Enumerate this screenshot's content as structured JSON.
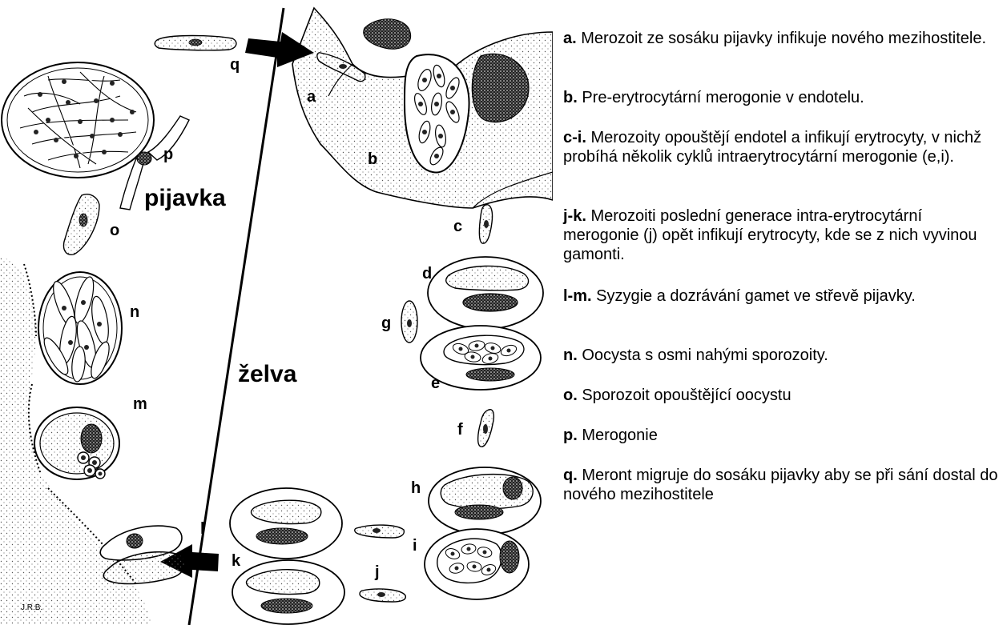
{
  "hosts": {
    "leech": "pijavka",
    "turtle": "želva"
  },
  "stage_labels": {
    "a": "a",
    "b": "b",
    "c": "c",
    "d": "d",
    "e": "e",
    "f": "f",
    "g": "g",
    "h": "h",
    "i": "i",
    "j": "j",
    "k": "k",
    "l": "l",
    "m": "m",
    "n": "n",
    "o": "o",
    "p": "p",
    "q": "q"
  },
  "signature": "J.R.B.",
  "legend": [
    {
      "key": "a.",
      "text": "Merozoit ze sosáku pijavky infikuje nového mezihostitele."
    },
    {
      "key": "b.",
      "text": "Pre-erytrocytární  merogonie v endotelu."
    },
    {
      "key": "c-i.",
      "text": "Merozoity opouštějí endotel a infikují erytrocyty, v nichž probíhá několik cyklů intraerytrocytární merogonie (e,i)."
    },
    {
      "key": "j-k.",
      "text": "Merozoiti poslední generace intra-erytrocytární merogonie (j) opět infikují erytrocyty, kde se z nich vyvinou gamonti."
    },
    {
      "key": "l-m.",
      "text": "Syzygie a dozrávání gamet ve střevě pijavky."
    },
    {
      "key": "n.",
      "text": "Oocysta s osmi nahými sporozoity."
    },
    {
      "key": "o.",
      "text": "Sporozoit opouštějící oocystu"
    },
    {
      "key": "p.",
      "text": "Merogonie"
    },
    {
      "key": "q.",
      "text": "Meront migruje do sosáku pijavky aby se při sání dostal do nového mezihostitele"
    }
  ]
}
